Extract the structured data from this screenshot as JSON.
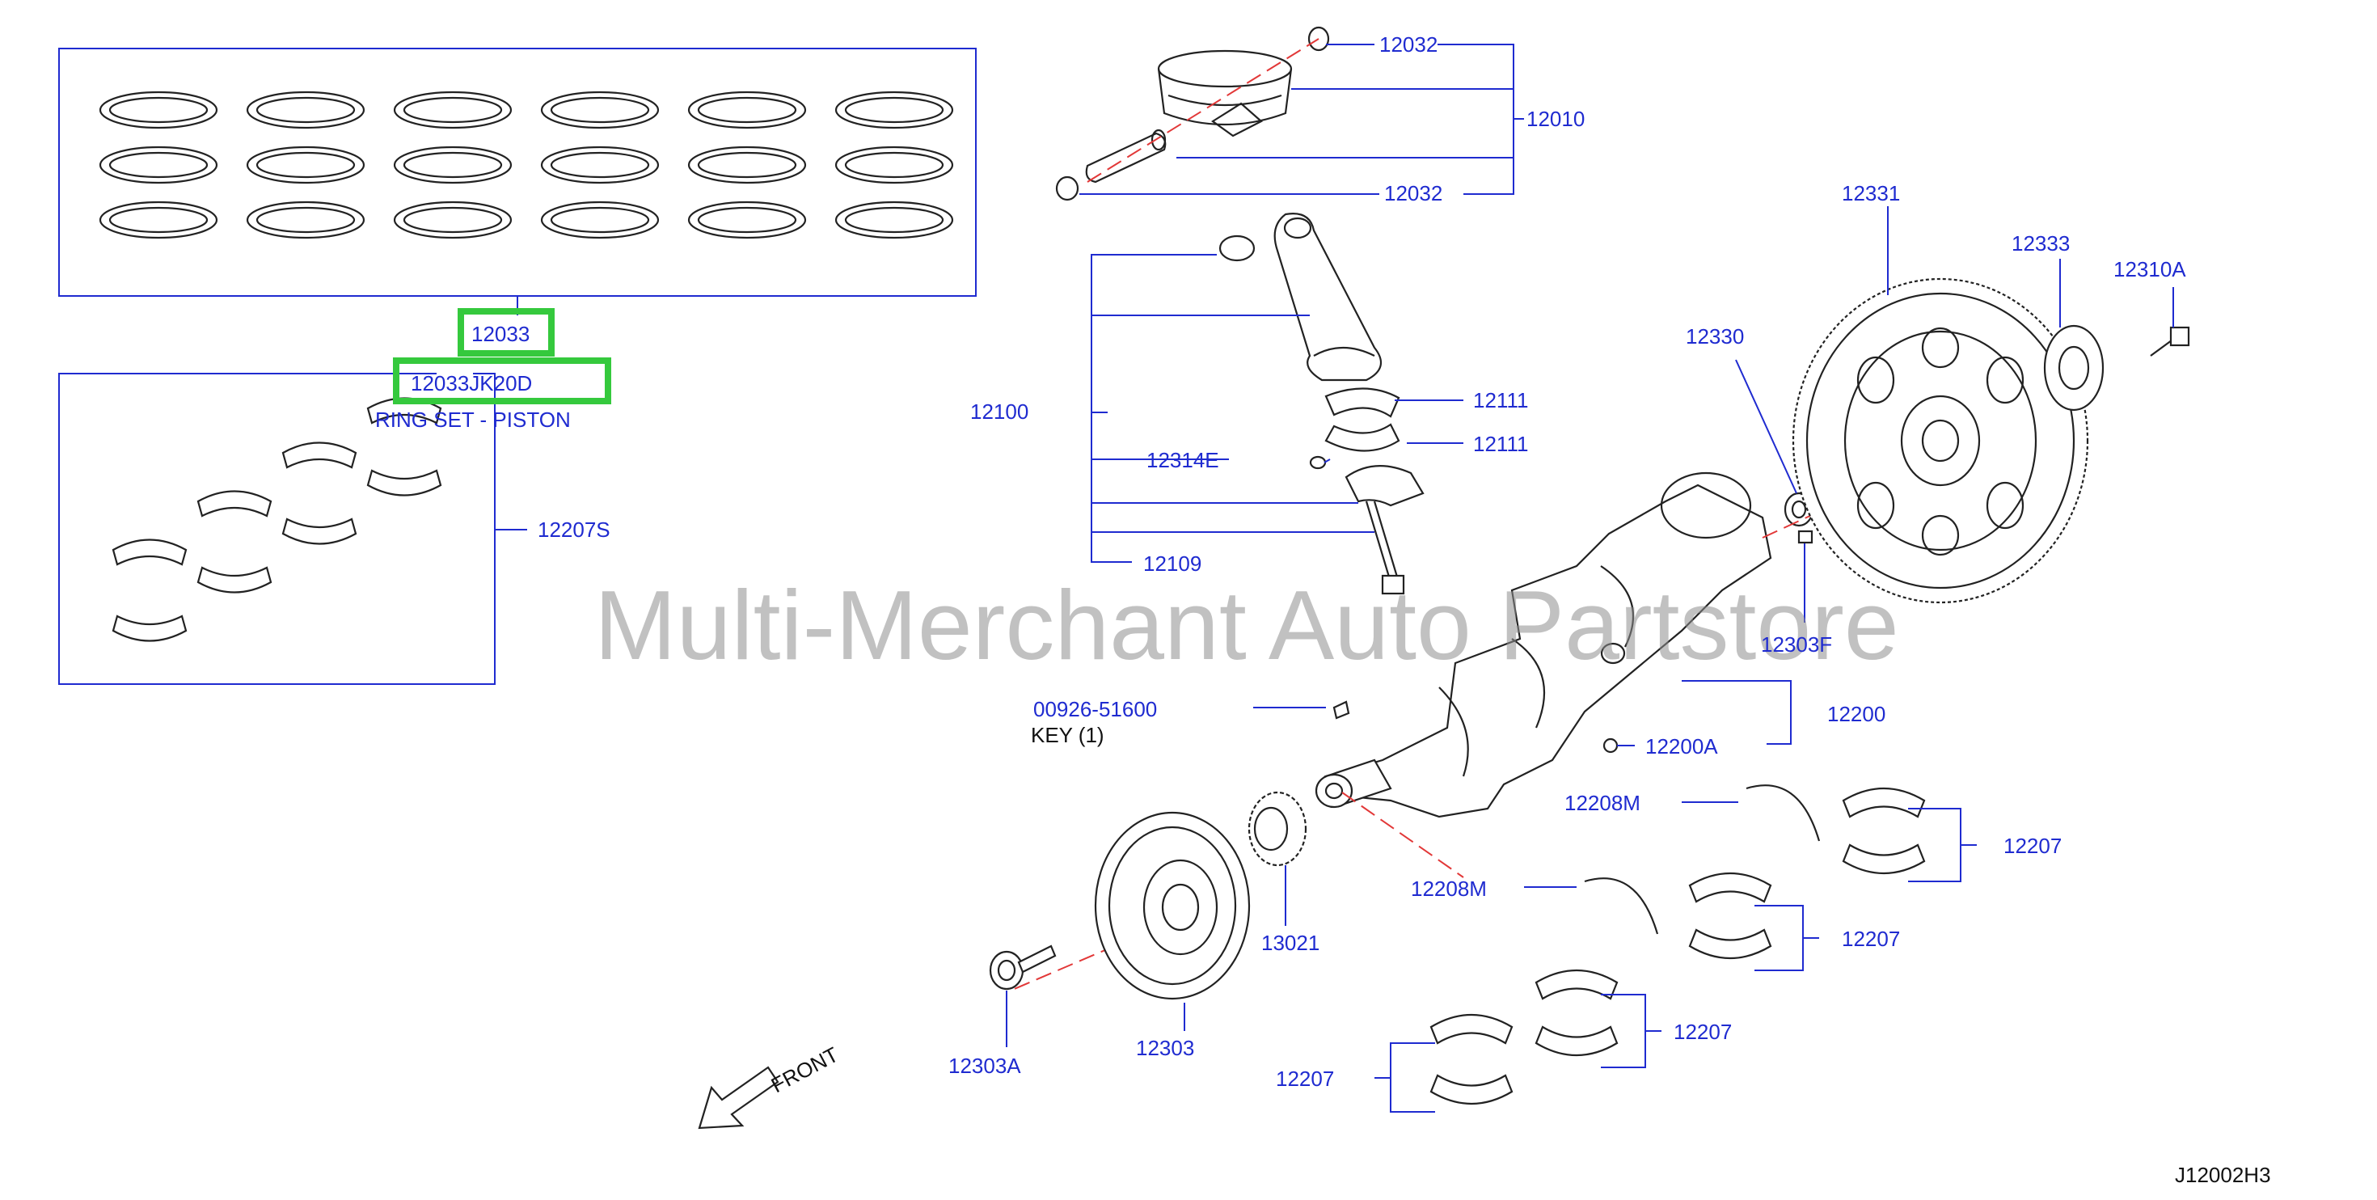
{
  "labels": {
    "p12032_top": "12032",
    "p12010": "12010",
    "p12032_bot": "12032",
    "p12331": "12331",
    "p12333": "12333",
    "p12310A": "12310A",
    "p12330": "12330",
    "p12100": "12100",
    "p12111_a": "12111",
    "p12111_b": "12111",
    "p12314E": "12314E",
    "p12109": "12109",
    "p12303F": "12303F",
    "p12033": "12033",
    "p12207S": "12207S",
    "p00926": "00926-51600",
    "key": "KEY   (1)",
    "p12200": "12200",
    "p12200A": "12200A",
    "p12208M_a": "12208M",
    "p12207_a": "12207",
    "p12208M_b": "12208M",
    "p12207_b": "12207",
    "p13021": "13021",
    "p12303": "12303",
    "p12303A": "12303A",
    "p12207_c": "12207",
    "p12207_d": "12207",
    "front": "FRONT",
    "diagram_code": "J12002H3"
  },
  "highlight": {
    "part_number": "12033JK20D",
    "description": "RING SET - PISTON"
  },
  "watermark": "Multi-Merchant Auto Partstore"
}
